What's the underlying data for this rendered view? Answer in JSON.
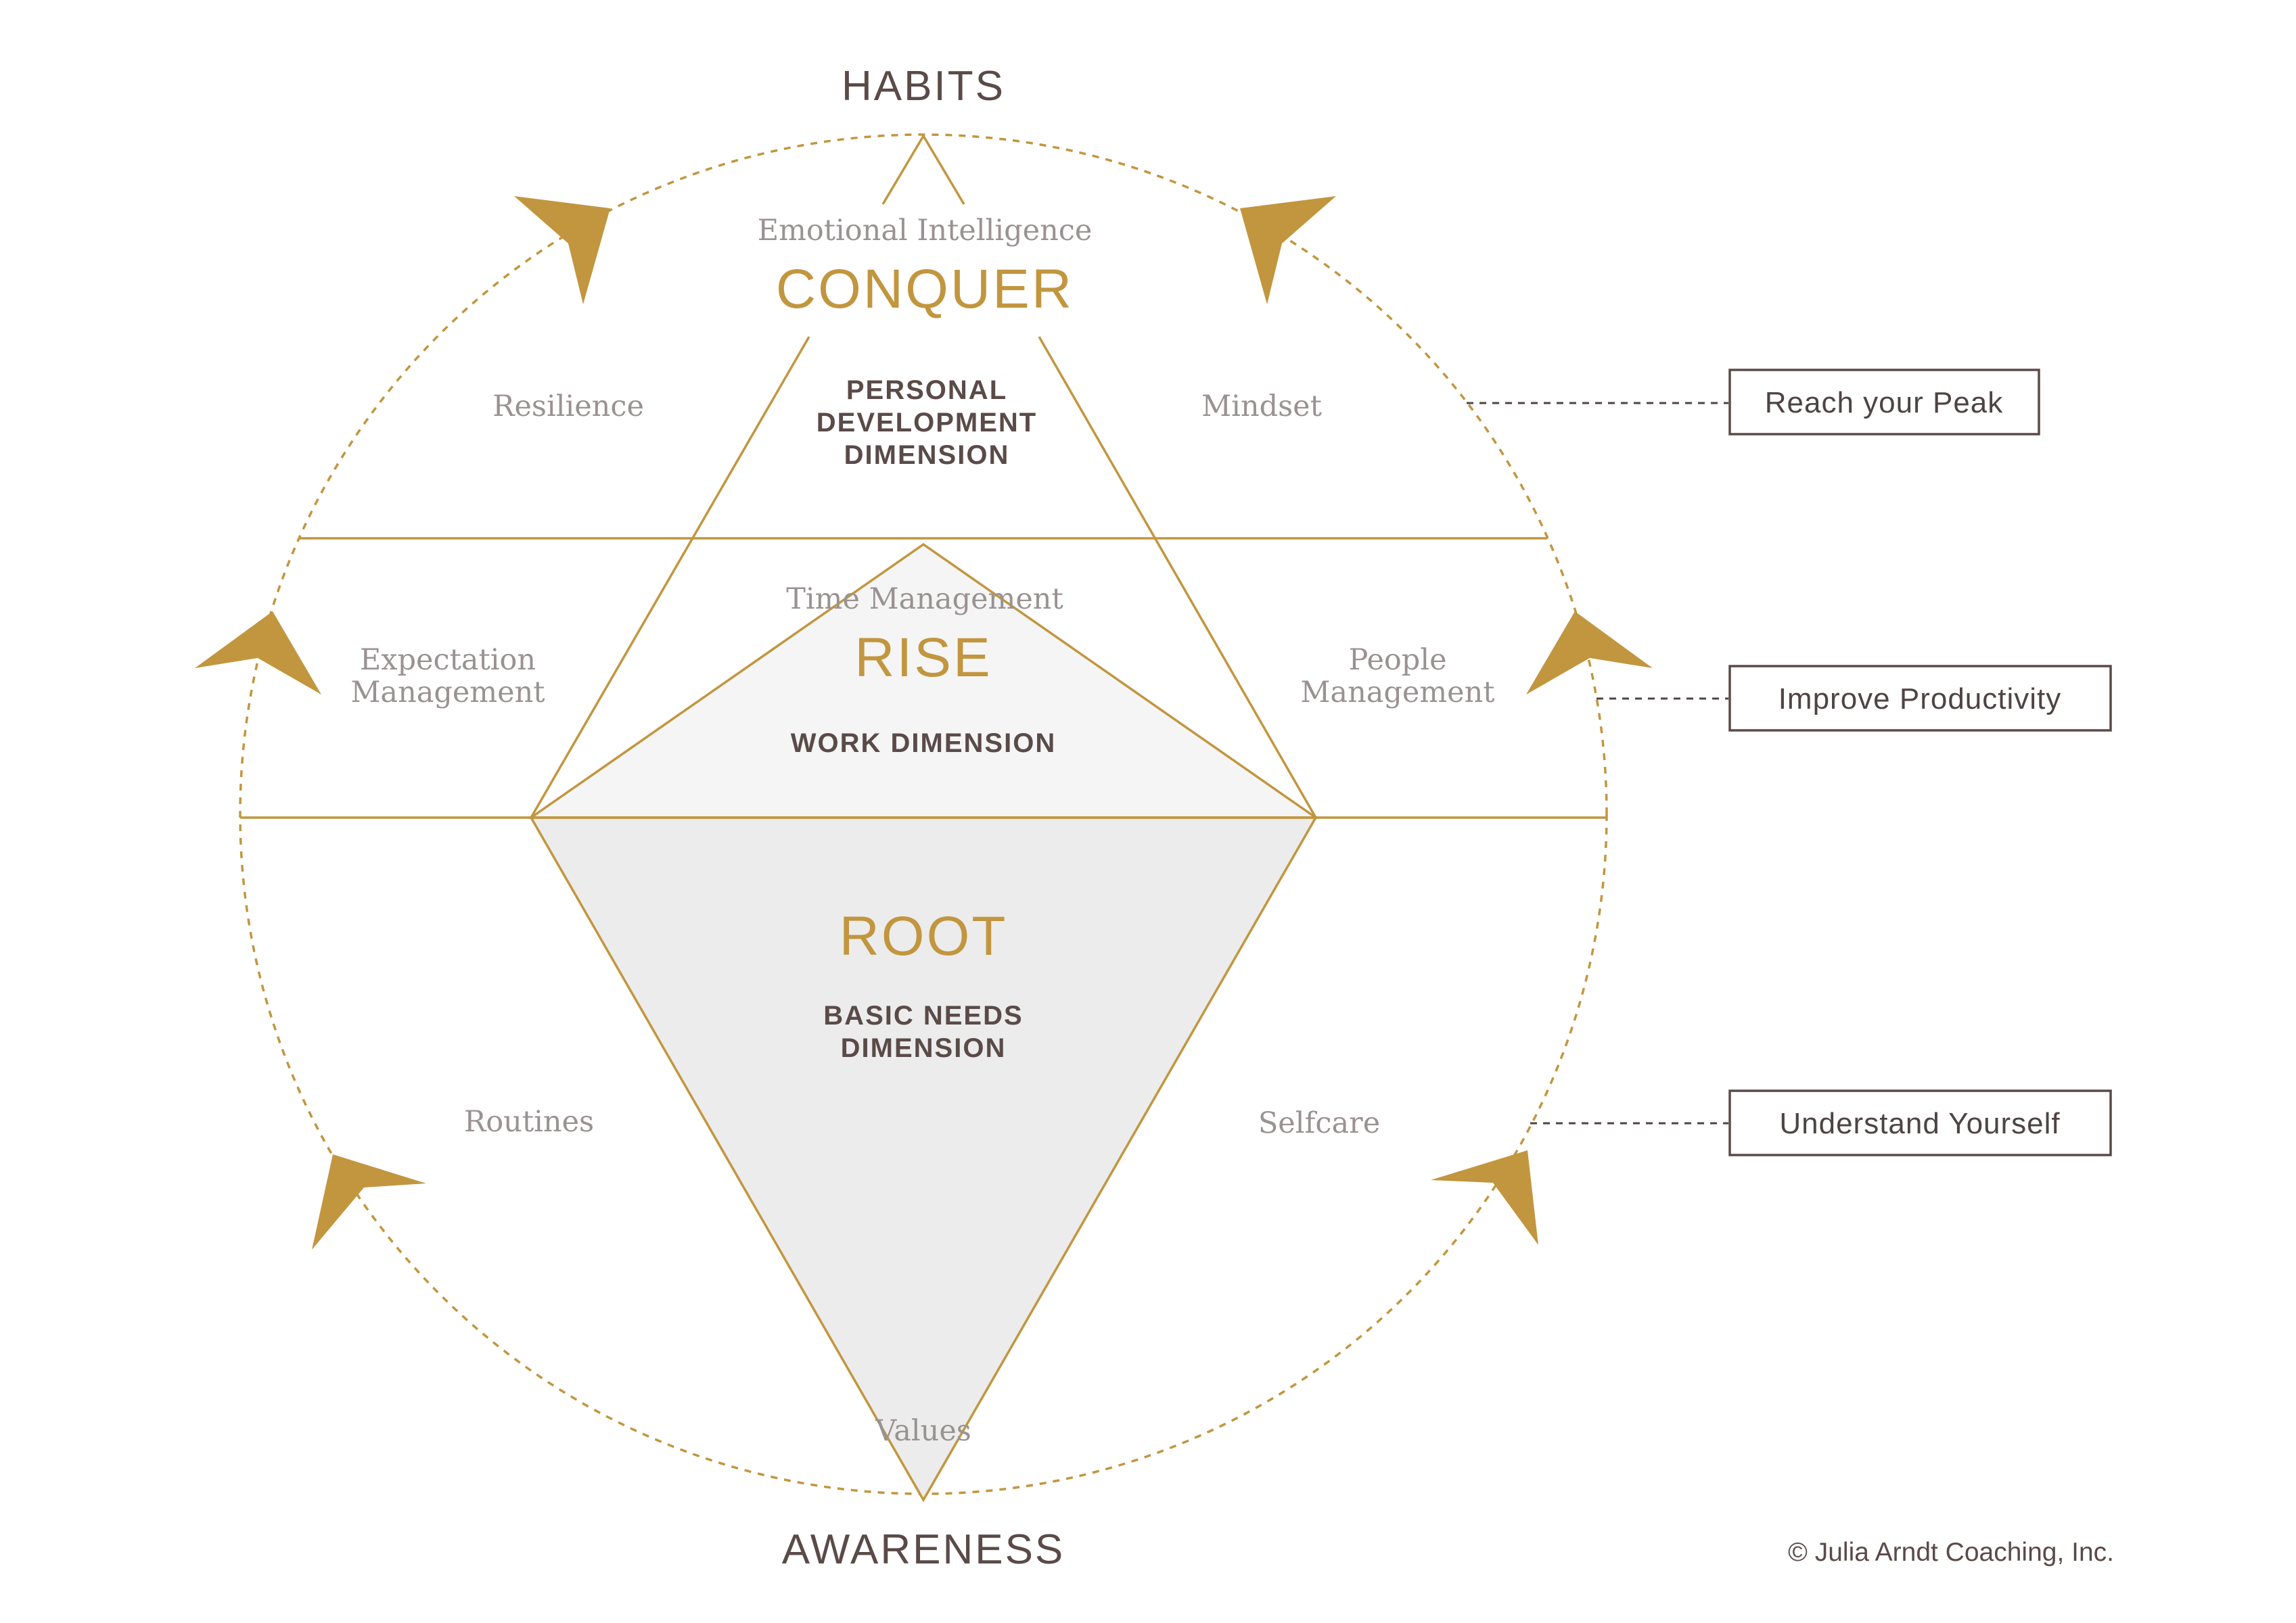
{
  "cycle": {
    "top_label": "HABITS",
    "bottom_label": "AWARENESS"
  },
  "levels": {
    "conquer": {
      "title": "CONQUER",
      "dimension": [
        "PERSONAL",
        "DEVELOPMENT",
        "DIMENSION"
      ]
    },
    "rise": {
      "title": "RISE",
      "dimension": [
        "WORK DIMENSION"
      ]
    },
    "root": {
      "title": "ROOT",
      "dimension": [
        "BASIC NEEDS",
        "DIMENSION"
      ]
    }
  },
  "skills": {
    "emotional_intelligence": "Emotional Intelligence",
    "resilience": "Resilience",
    "mindset": "Mindset",
    "time_management": "Time Management",
    "expectation_management": [
      "Expectation",
      "Management"
    ],
    "people_management": [
      "People",
      "Management"
    ],
    "routines": "Routines",
    "selfcare": "Selfcare",
    "values": "Values"
  },
  "benefits": [
    "Reach your Peak",
    "Improve Productivity",
    "Understand Yourself"
  ],
  "copyright": "© Julia Arndt Coaching, Inc.",
  "colors": {
    "gold": "#c2963f",
    "dark_text": "#5a4b48",
    "rise_fill": "#f5f5f5",
    "root_fill": "#ececec"
  }
}
